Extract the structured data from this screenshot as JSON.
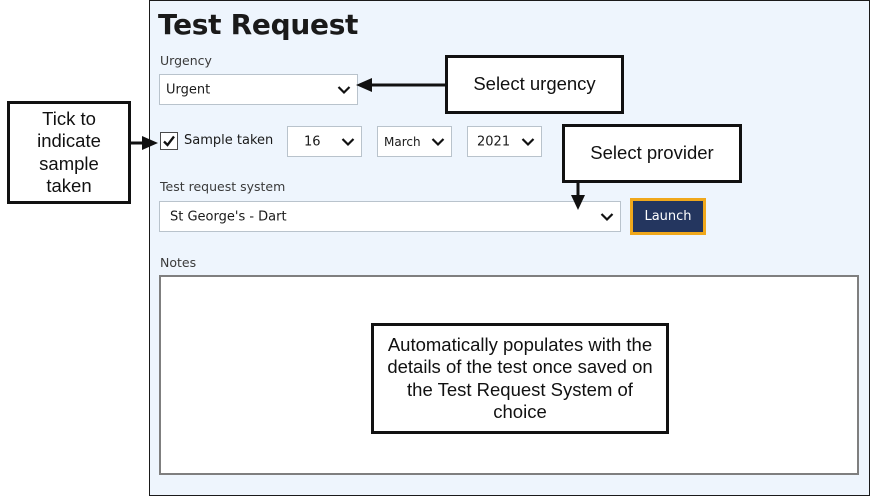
{
  "form": {
    "title": "Test Request",
    "urgency": {
      "label": "Urgency",
      "value": "Urgent"
    },
    "sample": {
      "label": "Sample taken",
      "checked": true,
      "day": "16",
      "month": "March",
      "year": "2021"
    },
    "test_request_system": {
      "label": "Test request system",
      "value": "St George's - Dart"
    },
    "launch_label": "Launch",
    "notes": {
      "label": "Notes",
      "value": ""
    }
  },
  "callouts": {
    "tick": "Tick to indicate sample taken",
    "urgency": "Select urgency",
    "provider": "Select provider",
    "notes": "Automatically populates with the details of the test once saved on the Test Request System of choice"
  },
  "colors": {
    "panel_bg": "#eef5fd",
    "launch_bg": "#24365f",
    "launch_border": "#f0a81c"
  },
  "icons": [
    "chevron-down-icon",
    "checkmark-icon",
    "arrow-icon"
  ]
}
